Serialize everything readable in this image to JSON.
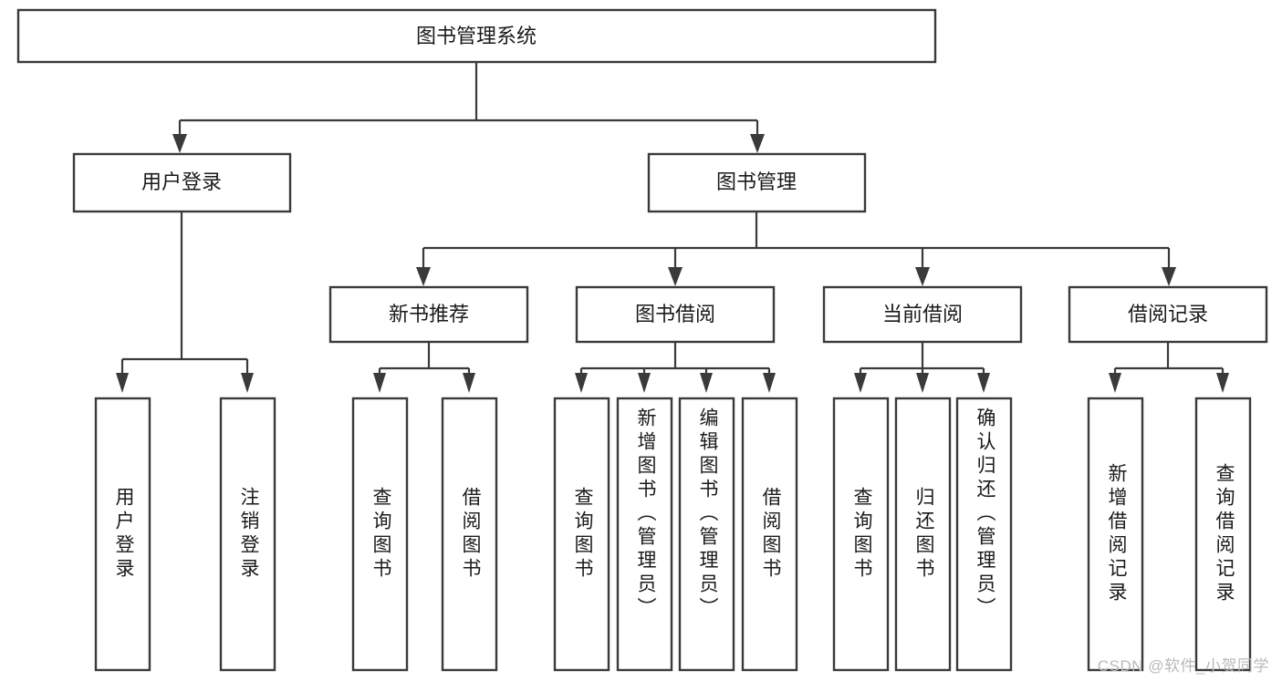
{
  "diagram": {
    "type": "tree-hierarchy",
    "orientation": "top-down",
    "title": "图书管理系统",
    "theme": {
      "background": "#ffffff",
      "box_fill": "#ffffff",
      "box_stroke": "#3a3a3a",
      "text_color": "#1a1a1a",
      "watermark_color": "#b9b9b9"
    },
    "root": {
      "label": "图书管理系统"
    },
    "level2": [
      {
        "id": "user-login",
        "label": "用户登录"
      },
      {
        "id": "book-manage",
        "label": "图书管理"
      }
    ],
    "level3": [
      {
        "id": "new-book-recommend",
        "label": "新书推荐"
      },
      {
        "id": "book-borrow",
        "label": "图书借阅"
      },
      {
        "id": "current-borrow",
        "label": "当前借阅"
      },
      {
        "id": "borrow-record",
        "label": "借阅记录"
      }
    ],
    "leaves": {
      "user-login": [
        {
          "id": "leaf-user-login",
          "label": "用户登录"
        },
        {
          "id": "leaf-logout-login",
          "label": "注销登录"
        }
      ],
      "new-book-recommend": [
        {
          "id": "leaf-query-book-1",
          "label": "查询图书"
        },
        {
          "id": "leaf-borrow-book-1",
          "label": "借阅图书"
        }
      ],
      "book-borrow": [
        {
          "id": "leaf-query-book-2",
          "label": "查询图书"
        },
        {
          "id": "leaf-add-book",
          "label": "新增图书（管理员）"
        },
        {
          "id": "leaf-edit-book",
          "label": "编辑图书（管理员）"
        },
        {
          "id": "leaf-borrow-book-2",
          "label": "借阅图书"
        }
      ],
      "current-borrow": [
        {
          "id": "leaf-query-book-3",
          "label": "查询图书"
        },
        {
          "id": "leaf-return-book",
          "label": "归还图书"
        },
        {
          "id": "leaf-confirm-return",
          "label": "确认归还（管理员）"
        }
      ],
      "borrow-record": [
        {
          "id": "leaf-add-record",
          "label": "新增借阅记录"
        },
        {
          "id": "leaf-query-record",
          "label": "查询借阅记录"
        }
      ]
    }
  },
  "watermark": {
    "text": "CSDN @软件_小贺同学"
  }
}
